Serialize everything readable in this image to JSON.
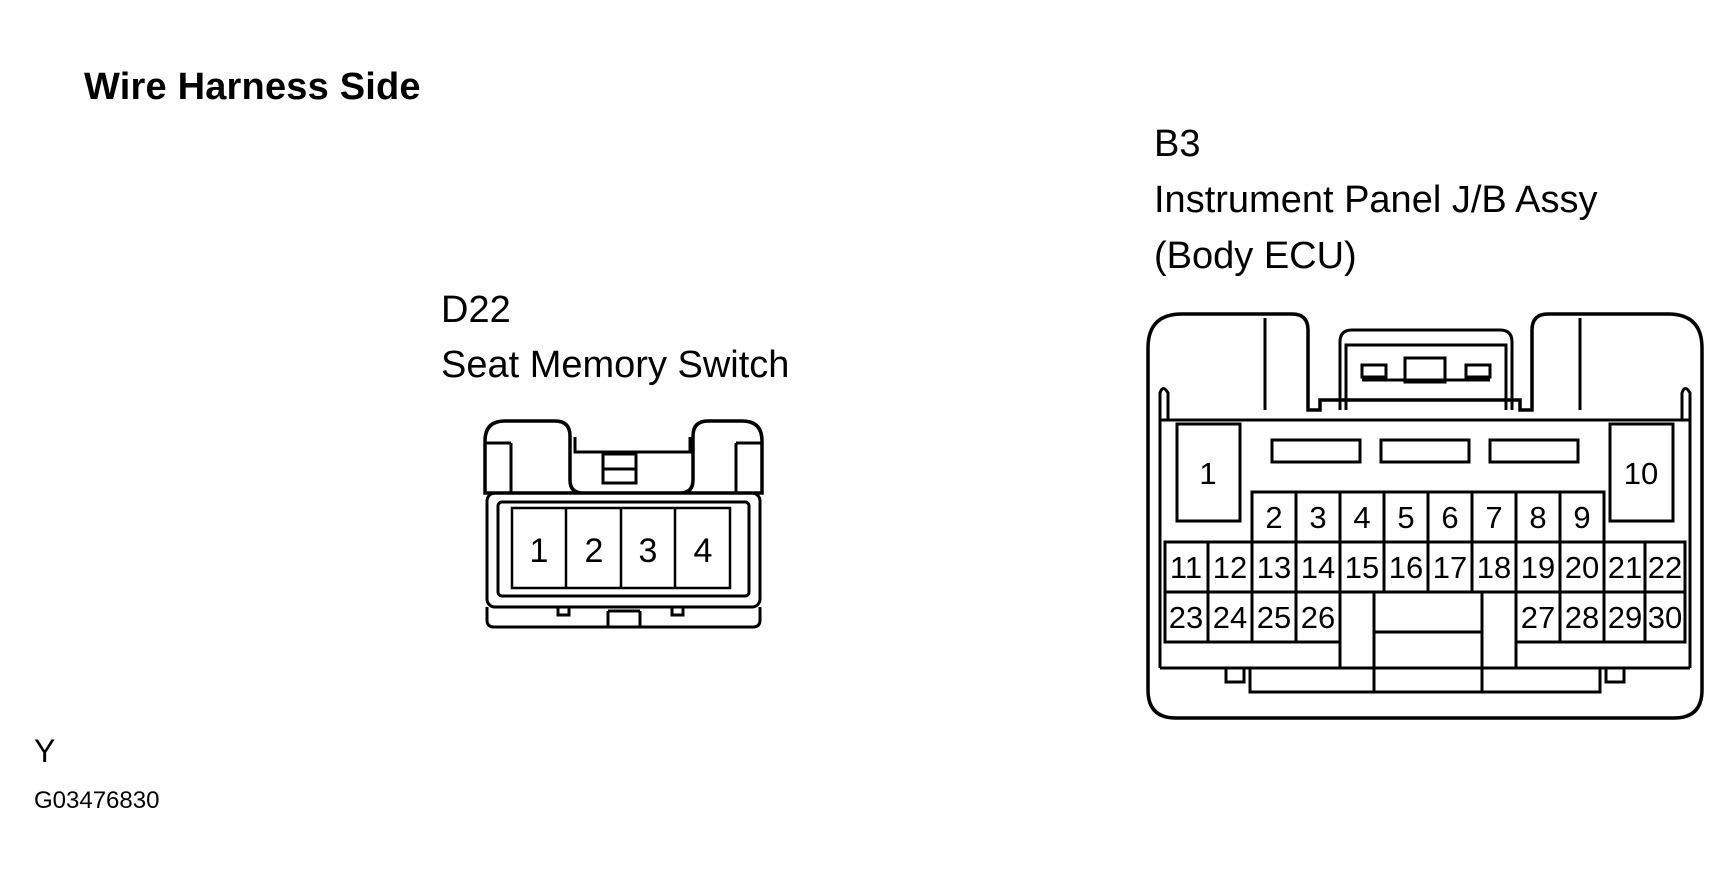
{
  "title": "Wire Harness Side",
  "connector_d22": {
    "code": "D22",
    "name": "Seat Memory Switch",
    "pins": [
      "1",
      "2",
      "3",
      "4"
    ]
  },
  "connector_b3": {
    "code": "B3",
    "name": "Instrument Panel J/B Assy",
    "subname": "(Body ECU)",
    "pins": [
      "1",
      "2",
      "3",
      "4",
      "5",
      "6",
      "7",
      "8",
      "9",
      "10",
      "11",
      "12",
      "13",
      "14",
      "15",
      "16",
      "17",
      "18",
      "19",
      "20",
      "21",
      "22",
      "23",
      "24",
      "25",
      "26",
      "27",
      "28",
      "29",
      "30"
    ]
  },
  "footer": {
    "orientation": "Y",
    "figure_id": "G03476830"
  }
}
